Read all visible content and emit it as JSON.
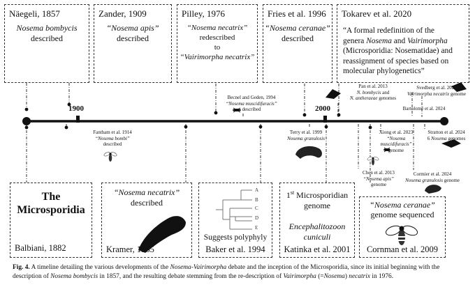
{
  "top_events": [
    {
      "citation": "Näegeli, 1857",
      "species": "Nosema bombycis",
      "action": "described"
    },
    {
      "citation": "Zander, 1909",
      "species": "“Nosema apis”",
      "action": "described"
    },
    {
      "citation": "Pilley, 1976",
      "species": "“Nosema necatrix”",
      "action": "redescribed",
      "connector": "to",
      "new_name": "“Vairimorpha necatrix”"
    },
    {
      "citation": "Fries et al. 1996",
      "species": "“Nosema ceranae”",
      "action": "described"
    },
    {
      "citation": "Tokarev et al. 2020",
      "line1": "“A formal redefinition of the",
      "line2a": "genera ",
      "line2b": "Nosema",
      "line2c": " and ",
      "line2d": "Vairimorpha",
      "line3": "(Microsporidia: Nosematidae) and",
      "line4": "reassignment of species based on",
      "line5": "molecular phylogenetics”"
    }
  ],
  "timeline": {
    "year_1900": "1900",
    "year_2000": "2000"
  },
  "small_events": {
    "becnel": {
      "citation": "Becnel and Geden, 1994",
      "species": "“Nosema muscidifuracis”",
      "action": "described"
    },
    "pan": {
      "citation": "Pan et al. 2013",
      "species1": "N. bombycis",
      "and": " and",
      "species2": "N. antheraeae",
      "action": " genomes"
    },
    "svedberg": {
      "citation": "Svedberg et al. 2024",
      "species": "Vairimorpha necatrix",
      "action": " genome"
    },
    "bartolome": {
      "citation": "Bartolomé et al. 2024"
    },
    "fantham": {
      "citation": "Fantham et al. 1914",
      "species": "“Nosema bombi”",
      "action": "described"
    },
    "terry": {
      "citation": "Terry et al. 1999",
      "species": "Nosema granulosis"
    },
    "xiong": {
      "citation": "Xiong et al. 2023",
      "species1": "“Nosema",
      "species2": "muscidifuracis”",
      "action": "genome"
    },
    "stratton": {
      "citation": "Stratton et al. 2024",
      "detail1": "6 ",
      "detail2": "Nosema",
      "detail3": " genomes"
    },
    "chen": {
      "citation": "Chen et al. 2013",
      "species": "“Nosema apis”",
      "action": "genome"
    },
    "cormier": {
      "citation": "Cormier et al. 2024",
      "species": "Nosema granulosis",
      "action": " genome"
    }
  },
  "bottom_events": [
    {
      "title1": "The",
      "title2": "Microsporidia",
      "citation": "Balbiani, 1882"
    },
    {
      "species": "“Nosema necatrix”",
      "action": "described",
      "citation": "Kramer, 1965"
    },
    {
      "action": "Suggests polyphyly",
      "citation": "Baker et al. 1994"
    },
    {
      "line1a": "1",
      "line1sup": "st",
      "line1b": " Microsporidian",
      "line2": "genome",
      "species1": "Encephalitozoon",
      "species2": "cuniculi",
      "citation": "Katinka et al. 2001"
    },
    {
      "species": "“Nosema ceranae”",
      "action": "genome sequenced",
      "citation": "Cornman et al. 2009"
    }
  ],
  "caption": {
    "label": "Fig. 4.",
    "p1": "A timeline detailing the various developments of the ",
    "p2": "Nosema-Vairimorpha",
    "p3": " debate and the inception of the Microsporidia, since its initial beginning with the description of ",
    "p4": "Nosema bombycis",
    "p5": " in 1857, and the resulting debate stemming from the re-description of ",
    "p6": "Vairimorpha",
    "p7": " (=",
    "p8": "Nosema",
    "p9": ") ",
    "p10": "necatrix",
    "p11": " in 1976."
  }
}
